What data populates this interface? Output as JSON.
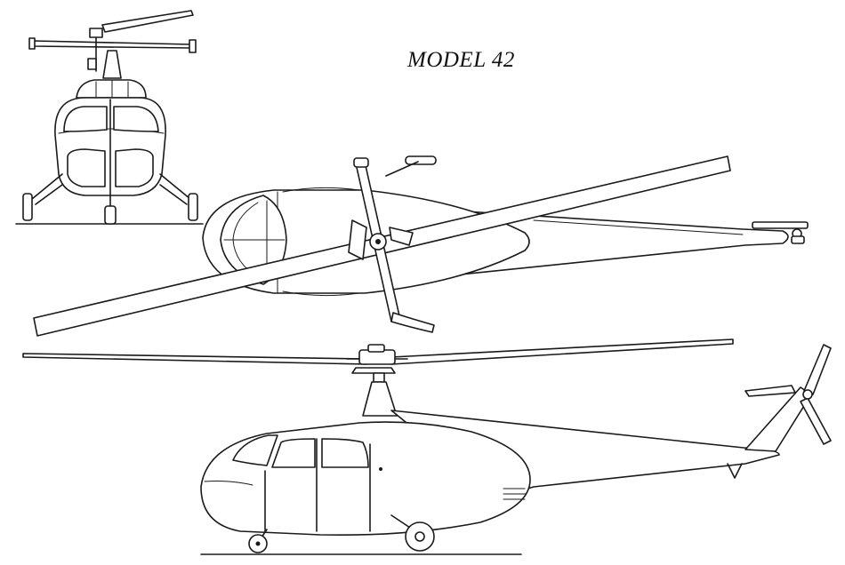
{
  "drawing": {
    "title": "MODEL 42",
    "views": [
      "front-view",
      "top-view",
      "side-view"
    ],
    "ink_color": "#1a1a1a",
    "paper_color": "#ffffff"
  }
}
